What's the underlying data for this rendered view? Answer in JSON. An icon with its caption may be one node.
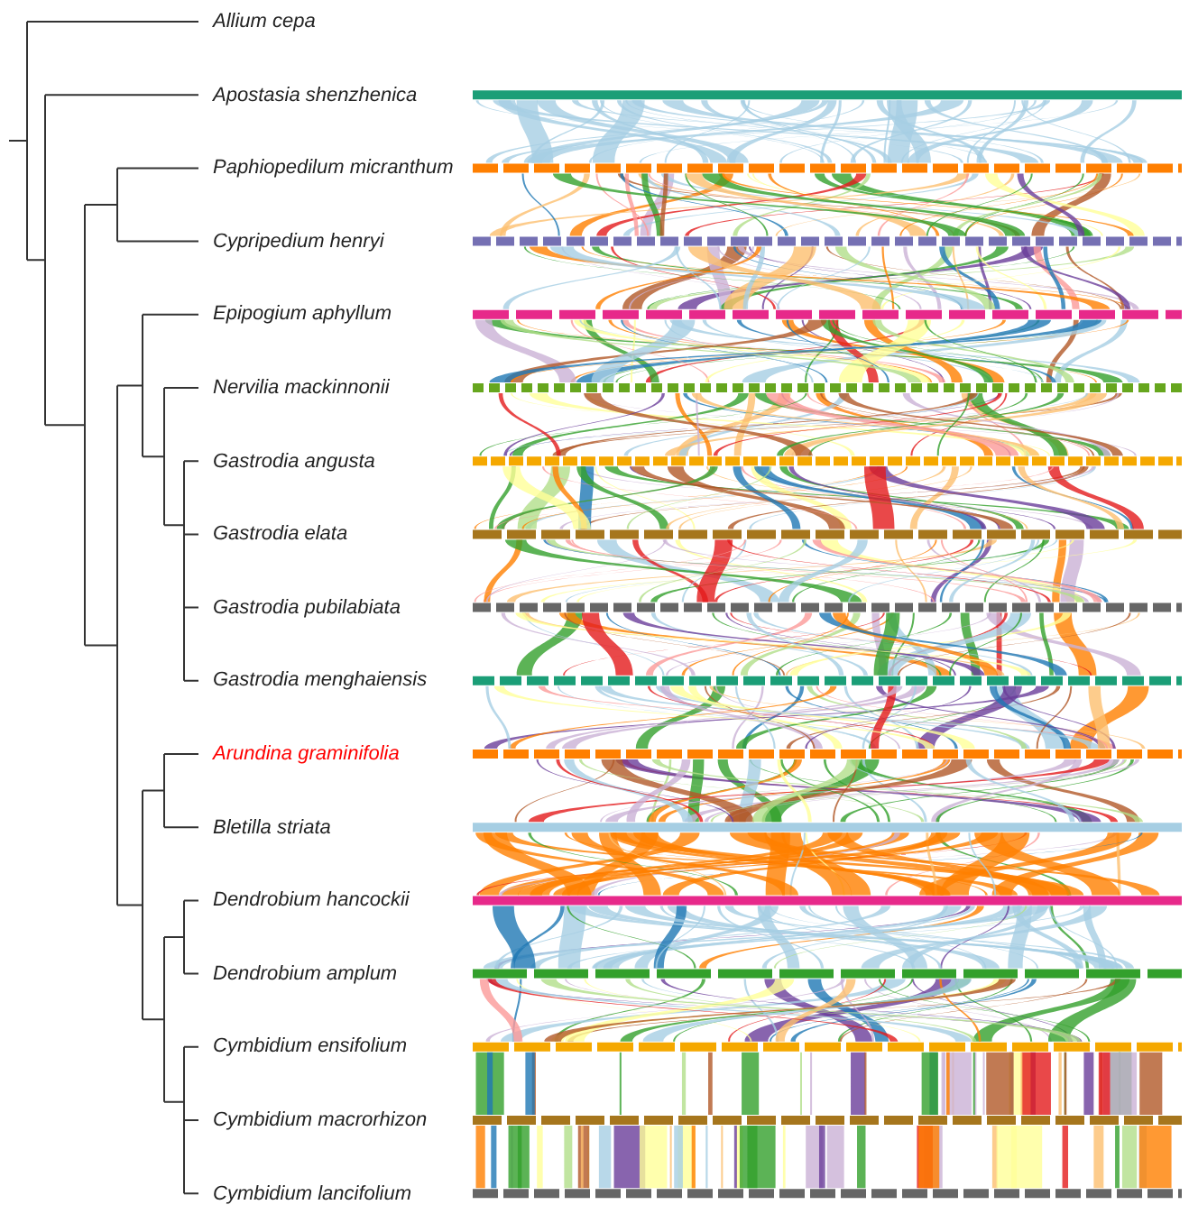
{
  "diagram": {
    "labels": [
      "Allium cepa",
      "Apostasia shenzhenica",
      "Paphiopedilum micranthum",
      "Cypripedium henryi",
      "Epipogium aphyllum",
      "Nervilia mackinnonii",
      "Gastrodia angusta",
      "Gastrodia elata",
      "Gastrodia pubilabiata",
      "Gastrodia menghaiensis",
      "Arundina graminifolia",
      "Bletilla striata",
      "Dendrobium hancockii",
      "Dendrobium amplum",
      "Cymbidium ensifolium",
      "Cymbidium macrorhizon",
      "Cymbidium lancifolium"
    ]
  }
}
